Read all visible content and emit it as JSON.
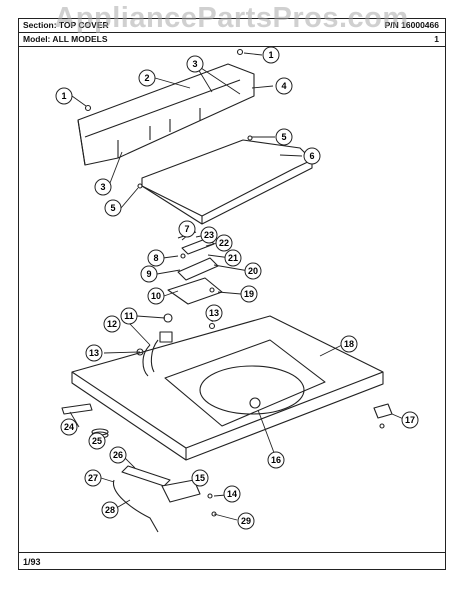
{
  "header": {
    "section_label": "Section: TOP COVER",
    "model_label": "Model: ALL MODELS",
    "part_number": "P/N 16000466",
    "page_indicator": "1"
  },
  "watermark": "AppliancePartsPros.com",
  "footer": {
    "date_code": "1/93"
  },
  "callouts": [
    "1",
    "1",
    "2",
    "3",
    "3",
    "4",
    "5",
    "5",
    "6",
    "7",
    "8",
    "9",
    "10",
    "11",
    "12",
    "13",
    "13",
    "14",
    "15",
    "16",
    "17",
    "18",
    "19",
    "20",
    "21",
    "22",
    "23",
    "24",
    "25",
    "26",
    "27",
    "28",
    "29"
  ]
}
